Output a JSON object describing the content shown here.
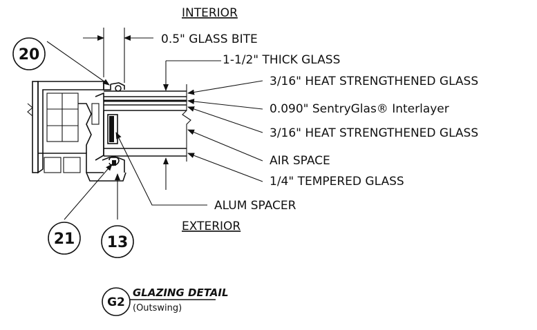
{
  "labels": {
    "interior": "INTERIOR",
    "glass_bite": "0.5\" GLASS BITE",
    "thick_glass": "1-1/2\" THICK GLASS",
    "heat_glass_1": "3/16\" HEAT STRENGTHENED GLASS",
    "interlayer": "0.090\" SentryGlas® Interlayer",
    "heat_glass_2": "3/16\" HEAT STRENGTHENED GLASS",
    "air_space": "AIR SPACE",
    "tempered": "1/4\" TEMPERED GLASS",
    "spacer": "ALUM SPACER",
    "exterior": "EXTERIOR"
  },
  "callouts": {
    "c20": "20",
    "c21": "21",
    "c13": "13"
  },
  "detail": {
    "tag": "G2",
    "title": "GLAZING DETAIL",
    "subtitle": "(Outswing)"
  }
}
